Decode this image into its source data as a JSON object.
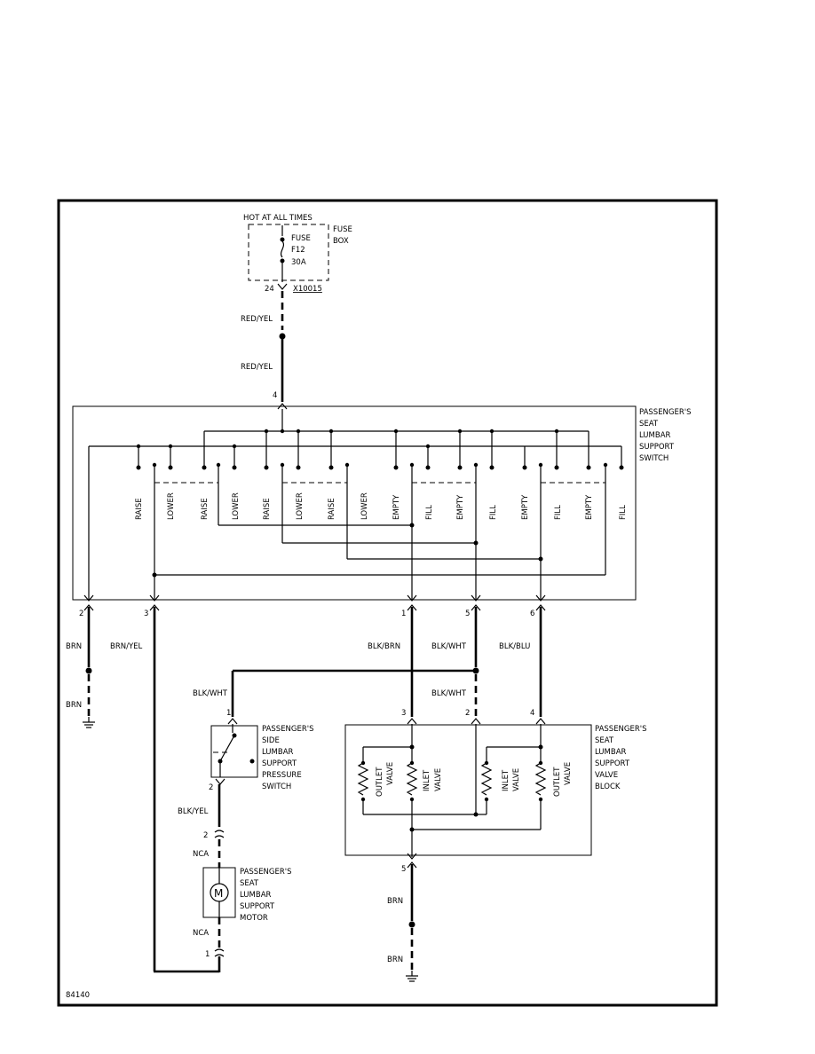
{
  "fuse": {
    "hot": "HOT AT ALL TIMES",
    "fuse": "FUSE",
    "id": "F12",
    "rating": "30A",
    "box_l1": "FUSE",
    "box_l2": "BOX",
    "pin": "24",
    "connector": "X10015"
  },
  "wires": {
    "red_yel": "RED/YEL",
    "brn": "BRN",
    "brn_yel": "BRN/YEL",
    "blk_brn": "BLK/BRN",
    "blk_wht": "BLK/WHT",
    "blk_blu": "BLK/BLU",
    "blk_yel": "BLK/YEL",
    "nca": "NCA"
  },
  "switch": {
    "label": [
      "PASSENGER'S",
      "SEAT",
      "LUMBAR",
      "SUPPORT",
      "SWITCH"
    ],
    "contacts": [
      "RAISE",
      "LOWER",
      "RAISE",
      "LOWER",
      "RAISE",
      "LOWER",
      "RAISE",
      "LOWER",
      "EMPTY",
      "FILL",
      "EMPTY",
      "FILL",
      "EMPTY",
      "FILL",
      "EMPTY",
      "FILL"
    ]
  },
  "pins": {
    "p1": "1",
    "p2": "2",
    "p3": "3",
    "p4": "4",
    "p5": "5",
    "p6": "6"
  },
  "pressure_switch": {
    "label": [
      "PASSENGER'S",
      "SIDE",
      "LUMBAR",
      "SUPPORT",
      "PRESSURE",
      "SWITCH"
    ]
  },
  "motor": {
    "symbol": "M",
    "label": [
      "PASSENGER'S",
      "SEAT",
      "LUMBAR",
      "SUPPORT",
      "MOTOR"
    ]
  },
  "valve_block": {
    "label": [
      "PASSENGER'S",
      "SEAT",
      "LUMBAR",
      "SUPPORT",
      "VALVE",
      "BLOCK"
    ],
    "valves": [
      {
        "l1": "OUTLET",
        "l2": "VALVE"
      },
      {
        "l1": "INLET",
        "l2": "VALVE"
      },
      {
        "l1": "INLET",
        "l2": "VALVE"
      },
      {
        "l1": "OUTLET",
        "l2": "VALVE"
      }
    ]
  },
  "figure_id": "84140"
}
